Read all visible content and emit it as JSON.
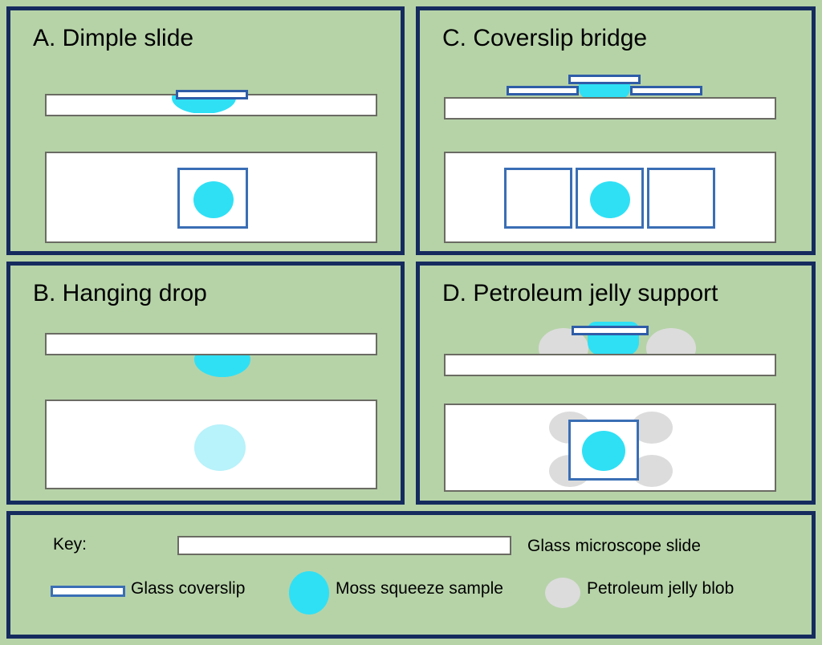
{
  "figure": {
    "background_color": "#b6d3a8",
    "panel_border_color": "#152b5e"
  },
  "colors": {
    "background_green": "#b6d3a8",
    "panel_border_navy": "#152b5e",
    "slide_white": "#ffffff",
    "slide_edge_gray": "#6b6b63",
    "coverslip_blue": "#3a6eb5",
    "coverslip_blue_dark": "#2f5ca8",
    "sample_cyan": "#2fe0f5",
    "sample_cyan_pale": "#b8f2fa",
    "jelly_gray": "#dcdcdc",
    "text_black": "#000000"
  },
  "panels": [
    {
      "id": "a",
      "title": "A. Dimple slide"
    },
    {
      "id": "c",
      "title": "C. Coverslip bridge"
    },
    {
      "id": "b",
      "title": "B. Hanging drop"
    },
    {
      "id": "d",
      "title": "D. Petroleum jelly support"
    }
  ],
  "key": {
    "title": "Key:",
    "items": [
      {
        "swatch": "glass-slide-swatch",
        "label": "Glass microscope slide"
      },
      {
        "swatch": "glass-coverslip-swatch",
        "label": "Glass coverslip"
      },
      {
        "swatch": "moss-sample-swatch",
        "label": "Moss squeeze sample"
      },
      {
        "swatch": "petroleum-jelly-swatch",
        "label": "Petroleum jelly blob"
      }
    ]
  }
}
